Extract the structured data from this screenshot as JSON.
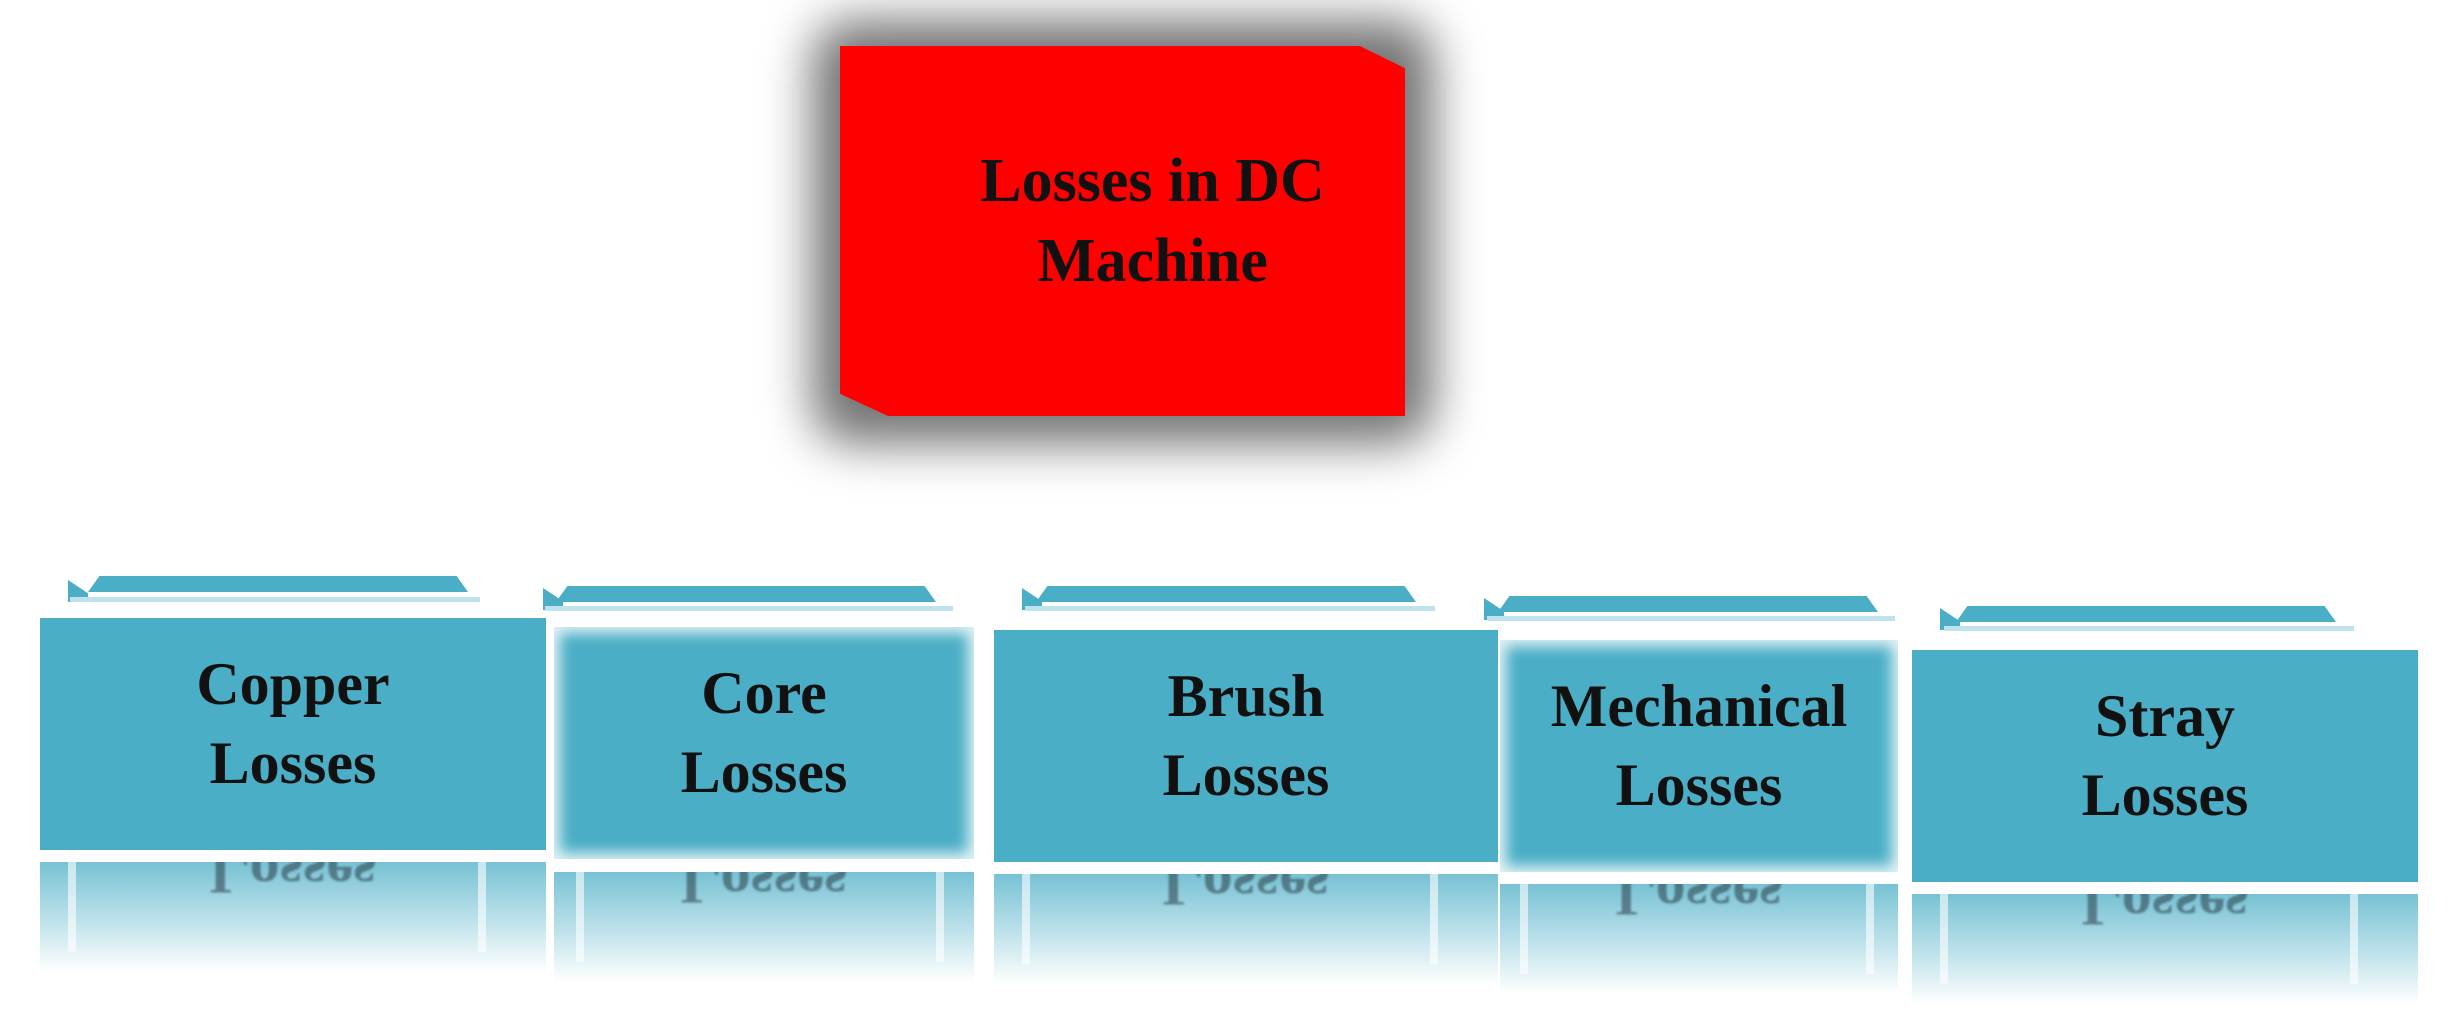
{
  "root": {
    "line1": "Losses in DC",
    "line2": "Machine"
  },
  "children": [
    {
      "line1": "Copper",
      "line2": "Losses"
    },
    {
      "line1": "Core",
      "line2": "Losses"
    },
    {
      "line1": "Brush",
      "line2": "Losses"
    },
    {
      "line1": "Mechanical",
      "line2": "Losses"
    },
    {
      "line1": "Stray",
      "line2": "Losses"
    }
  ],
  "colors": {
    "root_fill": "#ff0000",
    "child_fill": "#4aaec6",
    "text": "#111111"
  }
}
